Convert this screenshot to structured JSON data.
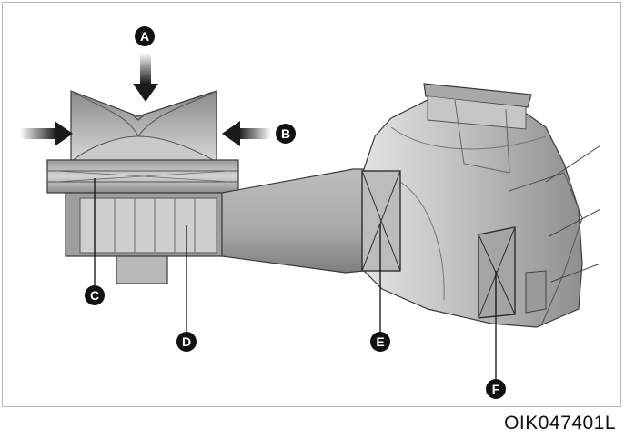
{
  "diagram": {
    "callouts": [
      {
        "letter": "A"
      },
      {
        "letter": "B"
      },
      {
        "letter": "C"
      },
      {
        "letter": "D"
      },
      {
        "letter": "E"
      },
      {
        "letter": "F"
      }
    ],
    "figure_code": "OIK047401L"
  },
  "colors": {
    "body_dark": "#6f6f6f",
    "body_mid": "#9a9a9a",
    "body_light": "#d2d2d2",
    "outline": "#3a3a3a",
    "callout_fill": "#111111"
  }
}
